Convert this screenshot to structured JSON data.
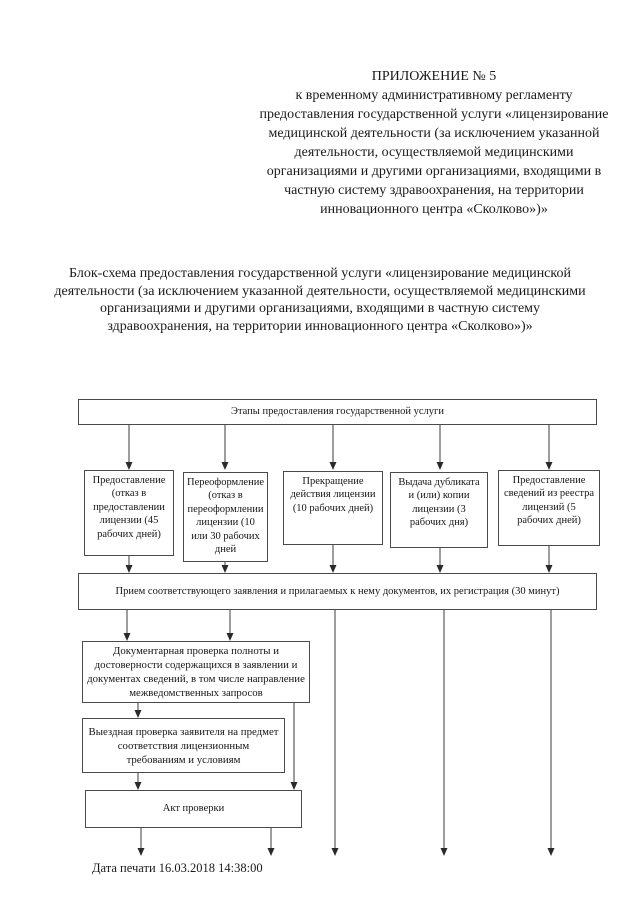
{
  "header": {
    "appendix_title": "ПРИЛОЖЕНИЕ № 5",
    "appendix_subtitle": "к временному административному регламенту предоставления государственной услуги «лицензирование медицинской деятельности (за исключением указанной деятельности, осуществляемой медицинскими организациями и другими организациями, входящими в частную систему здравоохранения, на территории инновационного центра «Сколково»)»"
  },
  "caption": "Блок-схема предоставления государственной услуги «лицензирование медицинской деятельности (за исключением указанной деятельности, осуществляемой медицинскими организациями и другими организациями, входящими в частную систему здравоохранения, на территории инновационного центра «Сколково»)»",
  "flowchart": {
    "stages_header": "Этапы предоставления государственной услуги",
    "stage_boxes": [
      {
        "text": "Предоставление (отказ в предоставлении лицензии (45 рабочих дней)"
      },
      {
        "text": "Переоформление (отказ в переоформлении лицензии (10 или 30 рабочих дней"
      },
      {
        "text": "Прекращение действия лицензии (10 рабочих дней)"
      },
      {
        "text": "Выдача дубликата и (или) копии лицензии (3 рабочих дня)"
      },
      {
        "text": "Предоставление сведений из реестра лицензий (5 рабочих дней)"
      }
    ],
    "reception": "Прием соответствующего заявления и прилагаемых к нему документов, их регистрация (30 минут)",
    "documentary_check": "Документарная проверка полноты и достоверности содержащихся в заявлении и документах сведений, в том числе направление межведомственных запросов",
    "onsite_check": "Выездная проверка заявителя на предмет соответствия лицензионным требованиям и условиям",
    "inspection_act": "Акт проверки"
  },
  "footer": {
    "print_date": "Дата печати 16.03.2018 14:38:00"
  },
  "colors": {
    "ink": "#1a1a1a",
    "line": "#3b3b3b",
    "box_border": "#4a4a4a",
    "background": "#ffffff"
  }
}
